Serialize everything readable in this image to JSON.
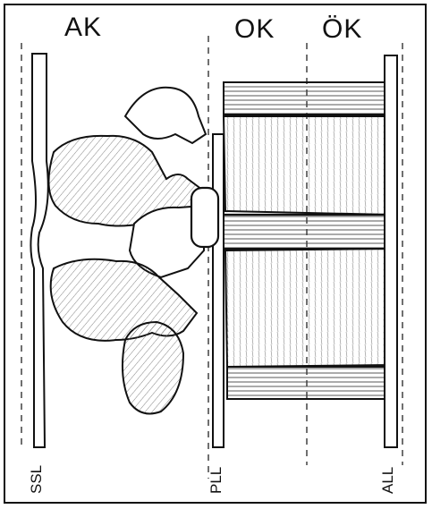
{
  "columns": {
    "posterior": "AK",
    "middle": "OK",
    "anterior": "ÖK"
  },
  "ligaments": {
    "supraspinous": "SSL",
    "posterior_longitudinal": "PLL",
    "anterior_longitudinal": "ALL"
  },
  "colors": {
    "ink": "#111111",
    "paper": "#ffffff",
    "hatch": "#555555"
  }
}
